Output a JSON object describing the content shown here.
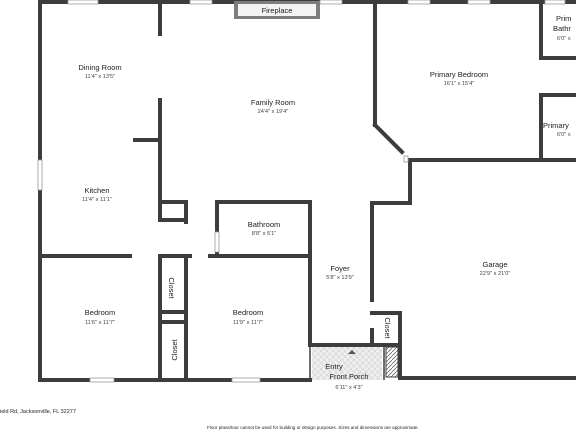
{
  "rooms": {
    "dining_room": {
      "name": "Dining Room",
      "dims": "11'4\" x 13'5\""
    },
    "family_room": {
      "name": "Family Room",
      "dims": "24'4\" x 19'4\""
    },
    "primary_bedroom": {
      "name": "Primary Bedroom",
      "dims": "16'1\" x 15'4\""
    },
    "primary_bath": {
      "name": "Prim Bathr",
      "dims": "6'0\" x"
    },
    "primary_closet": {
      "name": "Primary",
      "dims": "6'0\" x"
    },
    "kitchen": {
      "name": "Kitchen",
      "dims": "11'4\" x 11'1\""
    },
    "bathroom": {
      "name": "Bathroom",
      "dims": "8'8\" x 5'1\""
    },
    "foyer": {
      "name": "Foyer",
      "dims": "5'8\" x 13'9\""
    },
    "garage": {
      "name": "Garage",
      "dims": "22'9\" x 21'0\""
    },
    "bedroom_left": {
      "name": "Bedroom",
      "dims": "11'6\" x 11'7\""
    },
    "bedroom_center": {
      "name": "Bedroom",
      "dims": "11'9\" x 11'7\""
    },
    "entry": {
      "name": "Entry",
      "name2": "Front Porch",
      "dims": "6'11\" x 4'3\""
    }
  },
  "labels": {
    "fireplace": "Fireplace",
    "closet": "Closet"
  },
  "footer": {
    "address": "ield Rd, Jacksonville, FL 32277",
    "disclaimer": "Floor plans/tour cannot be used for building or design purposes. Sizes and dimensions are approximate."
  }
}
